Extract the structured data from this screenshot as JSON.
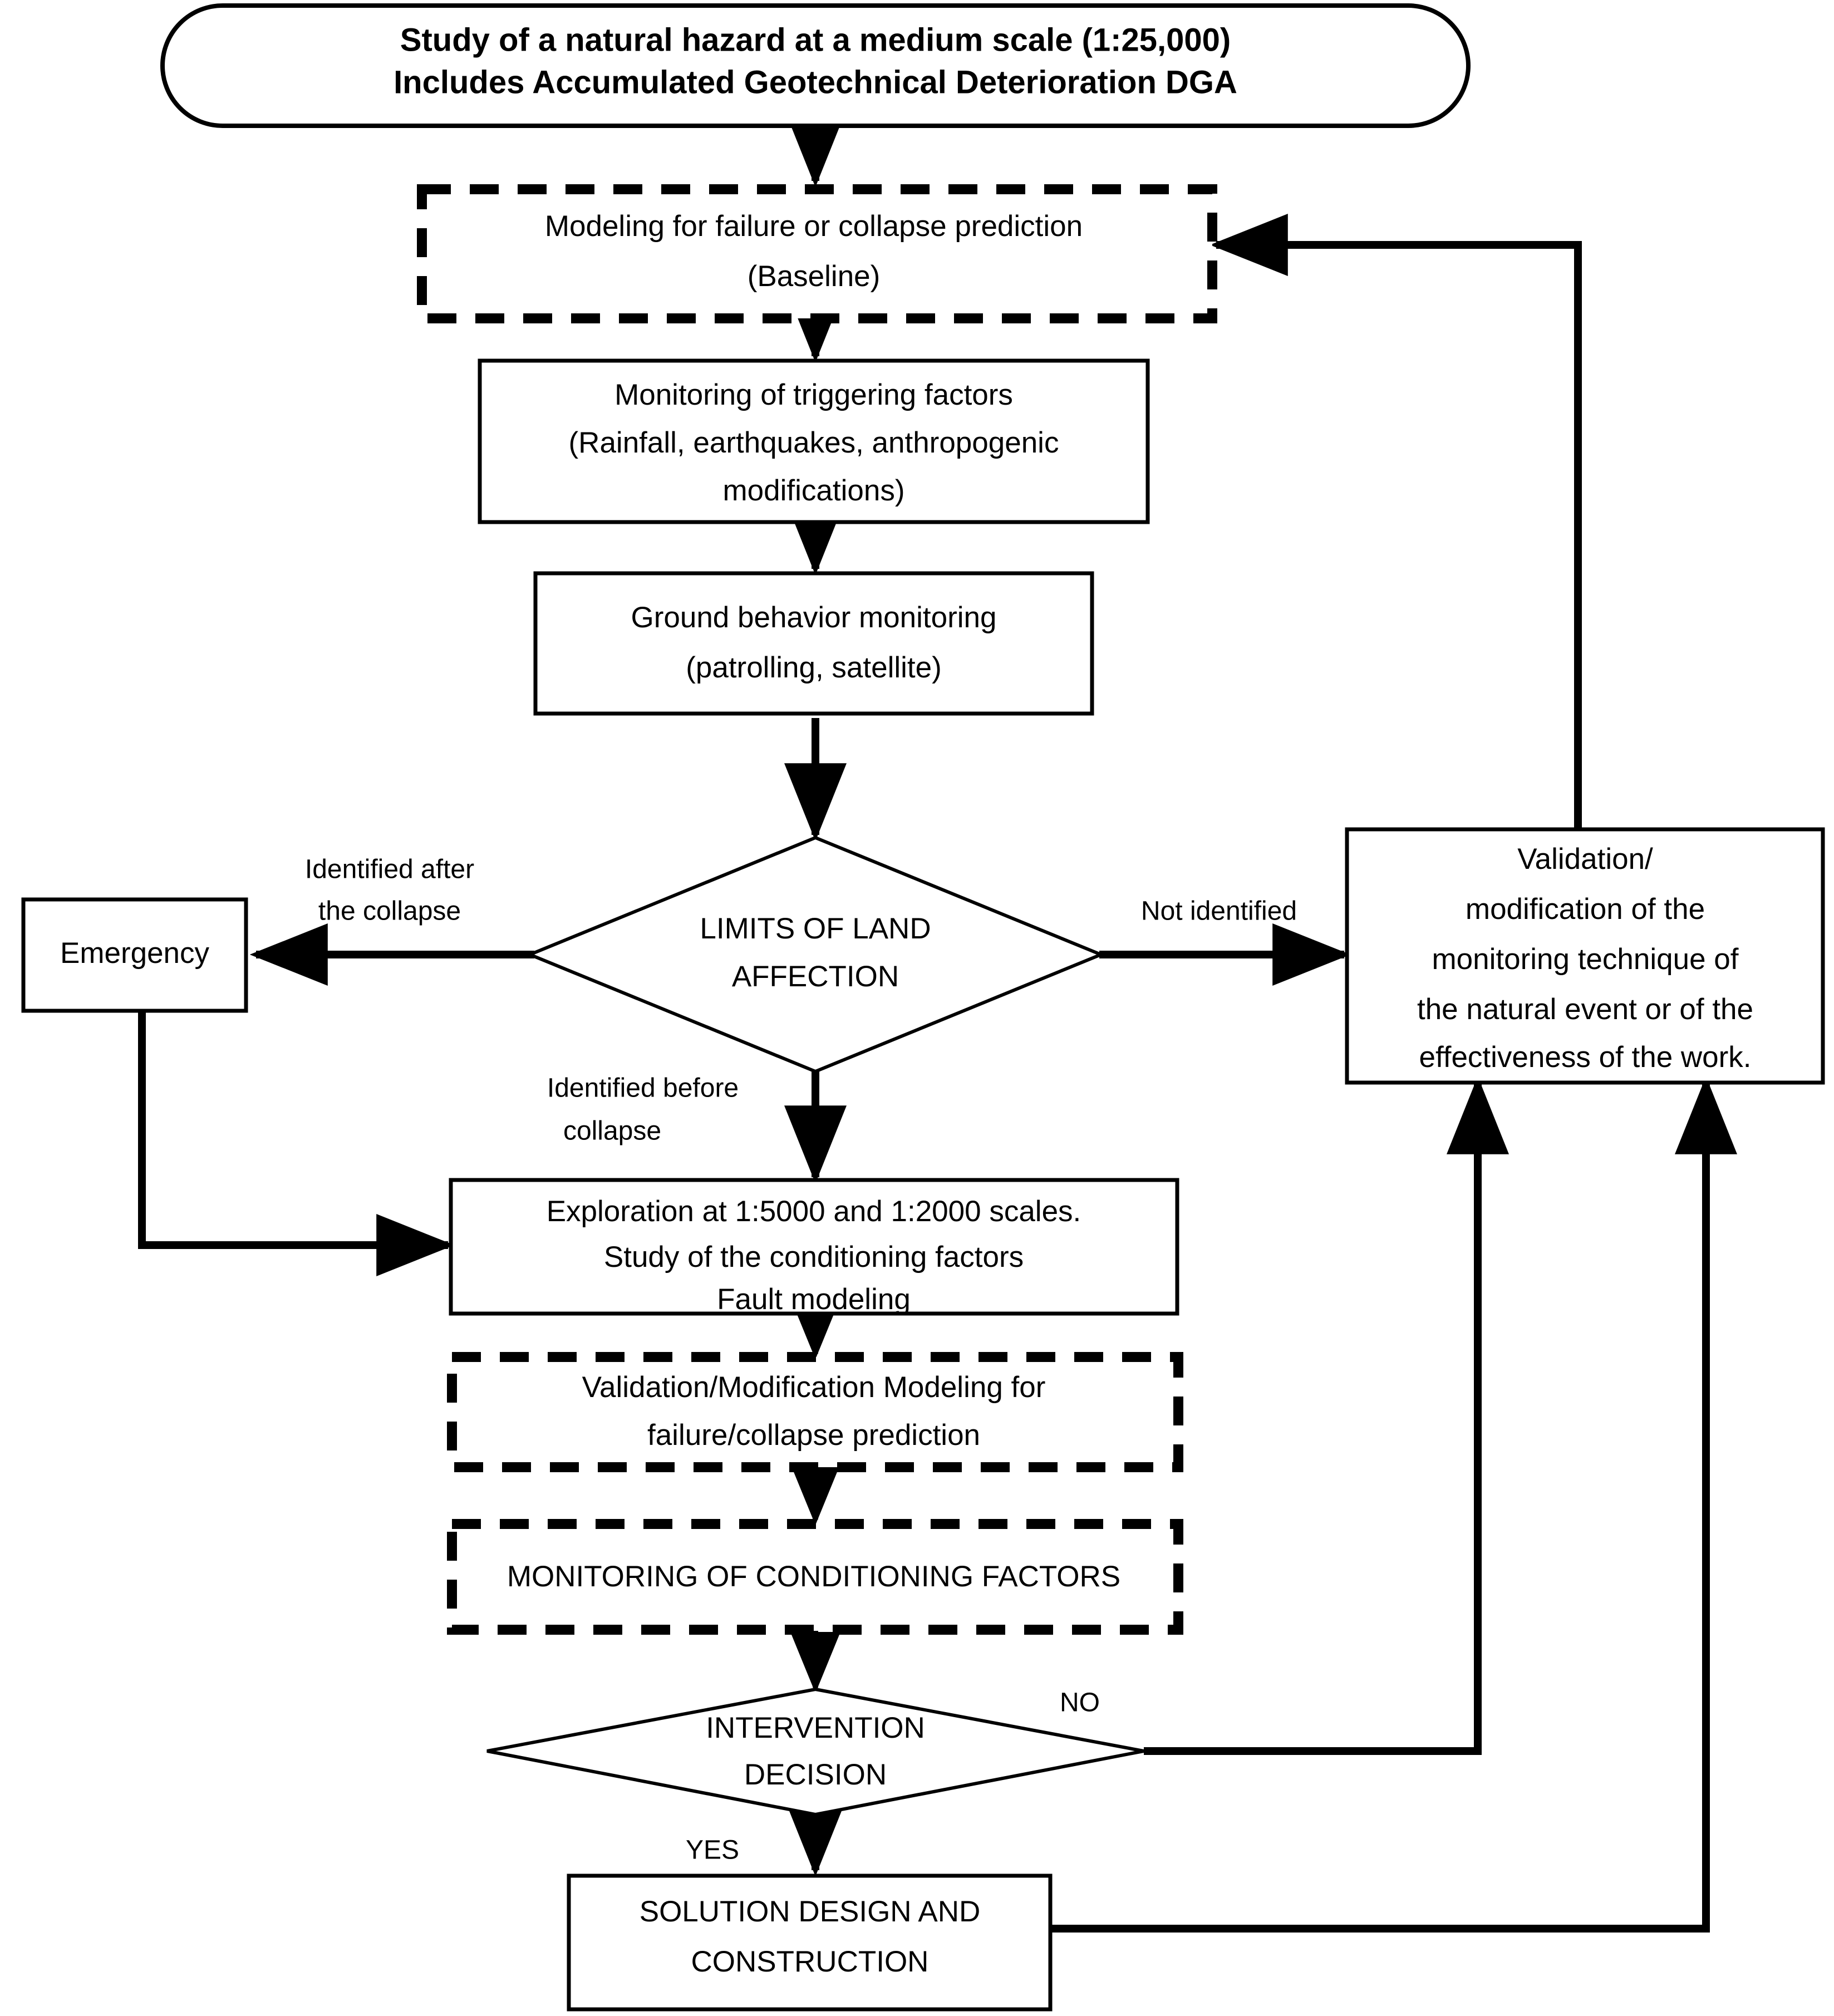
{
  "diagram": {
    "title_shape": "ellipse",
    "accent_color": "#000000",
    "background_color": "#ffffff",
    "nodes": {
      "start": {
        "shape": "ellipse",
        "line1": "Study of a natural hazard at a medium scale (1:25,000)",
        "line2": "Includes Accumulated Geotechnical Deterioration DGA"
      },
      "modeling_baseline": {
        "shape": "dashed-rectangle",
        "line1": "Modeling for failure or collapse prediction",
        "line2": "(Baseline)"
      },
      "monitoring_triggering": {
        "shape": "rectangle",
        "line1": "Monitoring of triggering factors",
        "line2": "(Rainfall, earthquakes, anthropogenic",
        "line3": "modifications)"
      },
      "ground_behavior": {
        "shape": "rectangle",
        "line1": "Ground behavior monitoring",
        "line2": "(patrolling, satellite)"
      },
      "limits_decision": {
        "shape": "diamond",
        "line1": "LIMITS OF LAND",
        "line2": "AFFECTION"
      },
      "emergency": {
        "shape": "rectangle",
        "line1": "Emergency"
      },
      "validation_modification": {
        "shape": "rectangle",
        "line1": "Validation/",
        "line2": "modification of the",
        "line3": "monitoring technique of",
        "line4": "the natural event or of the",
        "line5": "effectiveness of the work."
      },
      "exploration": {
        "shape": "rectangle",
        "line1": "Exploration at 1:5000 and 1:2000 scales.",
        "line2": "Study of the conditioning factors",
        "line3": "Fault modeling"
      },
      "validation_modeling": {
        "shape": "dashed-rectangle",
        "line1": "Validation/Modification Modeling for",
        "line2": "failure/collapse prediction"
      },
      "monitoring_conditioning": {
        "shape": "dashed-rectangle",
        "line1": "MONITORING OF CONDITIONING FACTORS"
      },
      "intervention_decision": {
        "shape": "diamond",
        "line1": "INTERVENTION",
        "line2": "DECISION"
      },
      "solution_design": {
        "shape": "rectangle",
        "line1": "SOLUTION DESIGN AND",
        "line2": "CONSTRUCTION"
      }
    },
    "edge_labels": {
      "identified_after_l1": "Identified after",
      "identified_after_l2": "the collapse",
      "not_identified": "Not identified",
      "identified_before_l1": "Identified before",
      "identified_before_l2": "collapse",
      "no": "NO",
      "yes": "YES"
    }
  }
}
